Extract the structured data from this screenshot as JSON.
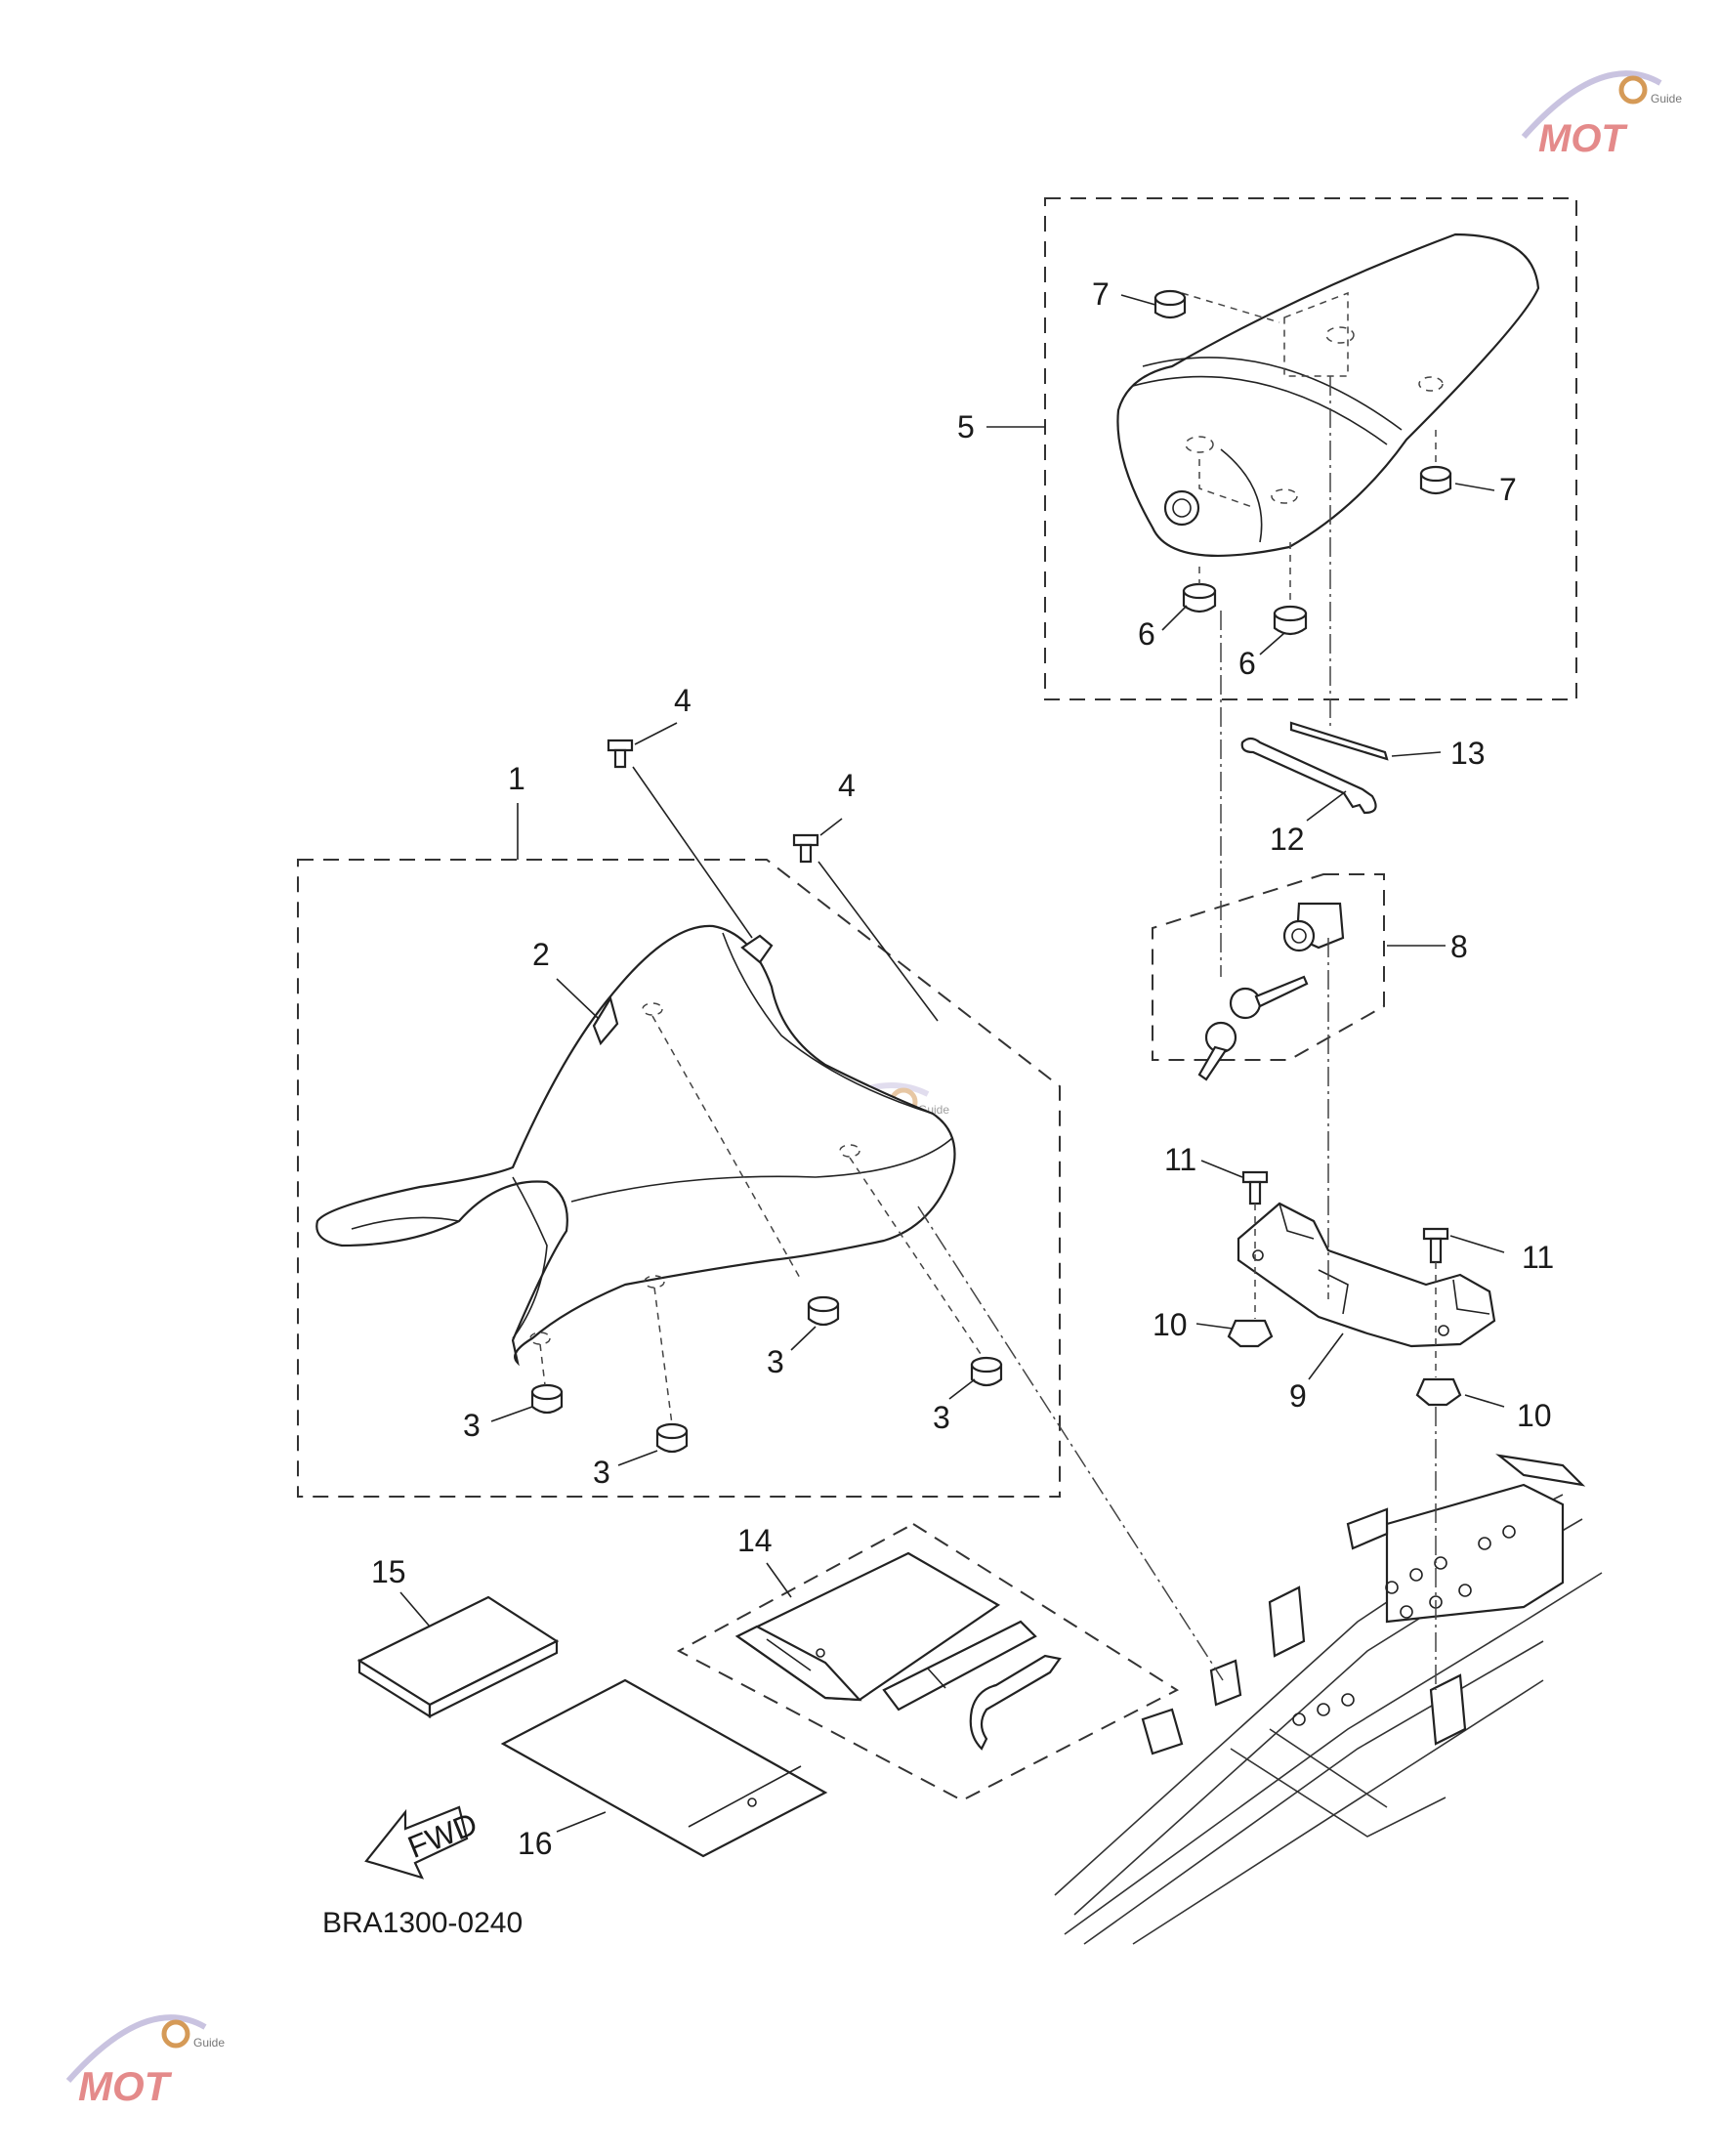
{
  "diagram": {
    "code": "BRA1300-0240",
    "fwd_label": "FWD",
    "watermark": {
      "word": "MOT",
      "tag": "Guide"
    },
    "callouts": [
      {
        "id": "1",
        "text": "1"
      },
      {
        "id": "2",
        "text": "2"
      },
      {
        "id": "3a",
        "text": "3"
      },
      {
        "id": "3b",
        "text": "3"
      },
      {
        "id": "3c",
        "text": "3"
      },
      {
        "id": "3d",
        "text": "3"
      },
      {
        "id": "4a",
        "text": "4"
      },
      {
        "id": "4b",
        "text": "4"
      },
      {
        "id": "5",
        "text": "5"
      },
      {
        "id": "6a",
        "text": "6"
      },
      {
        "id": "6b",
        "text": "6"
      },
      {
        "id": "7a",
        "text": "7"
      },
      {
        "id": "7b",
        "text": "7"
      },
      {
        "id": "8",
        "text": "8"
      },
      {
        "id": "9",
        "text": "9"
      },
      {
        "id": "10a",
        "text": "10"
      },
      {
        "id": "10b",
        "text": "10"
      },
      {
        "id": "11a",
        "text": "11"
      },
      {
        "id": "11b",
        "text": "11"
      },
      {
        "id": "12",
        "text": "12"
      },
      {
        "id": "13",
        "text": "13"
      },
      {
        "id": "14",
        "text": "14"
      },
      {
        "id": "15",
        "text": "15"
      },
      {
        "id": "16",
        "text": "16"
      }
    ]
  }
}
